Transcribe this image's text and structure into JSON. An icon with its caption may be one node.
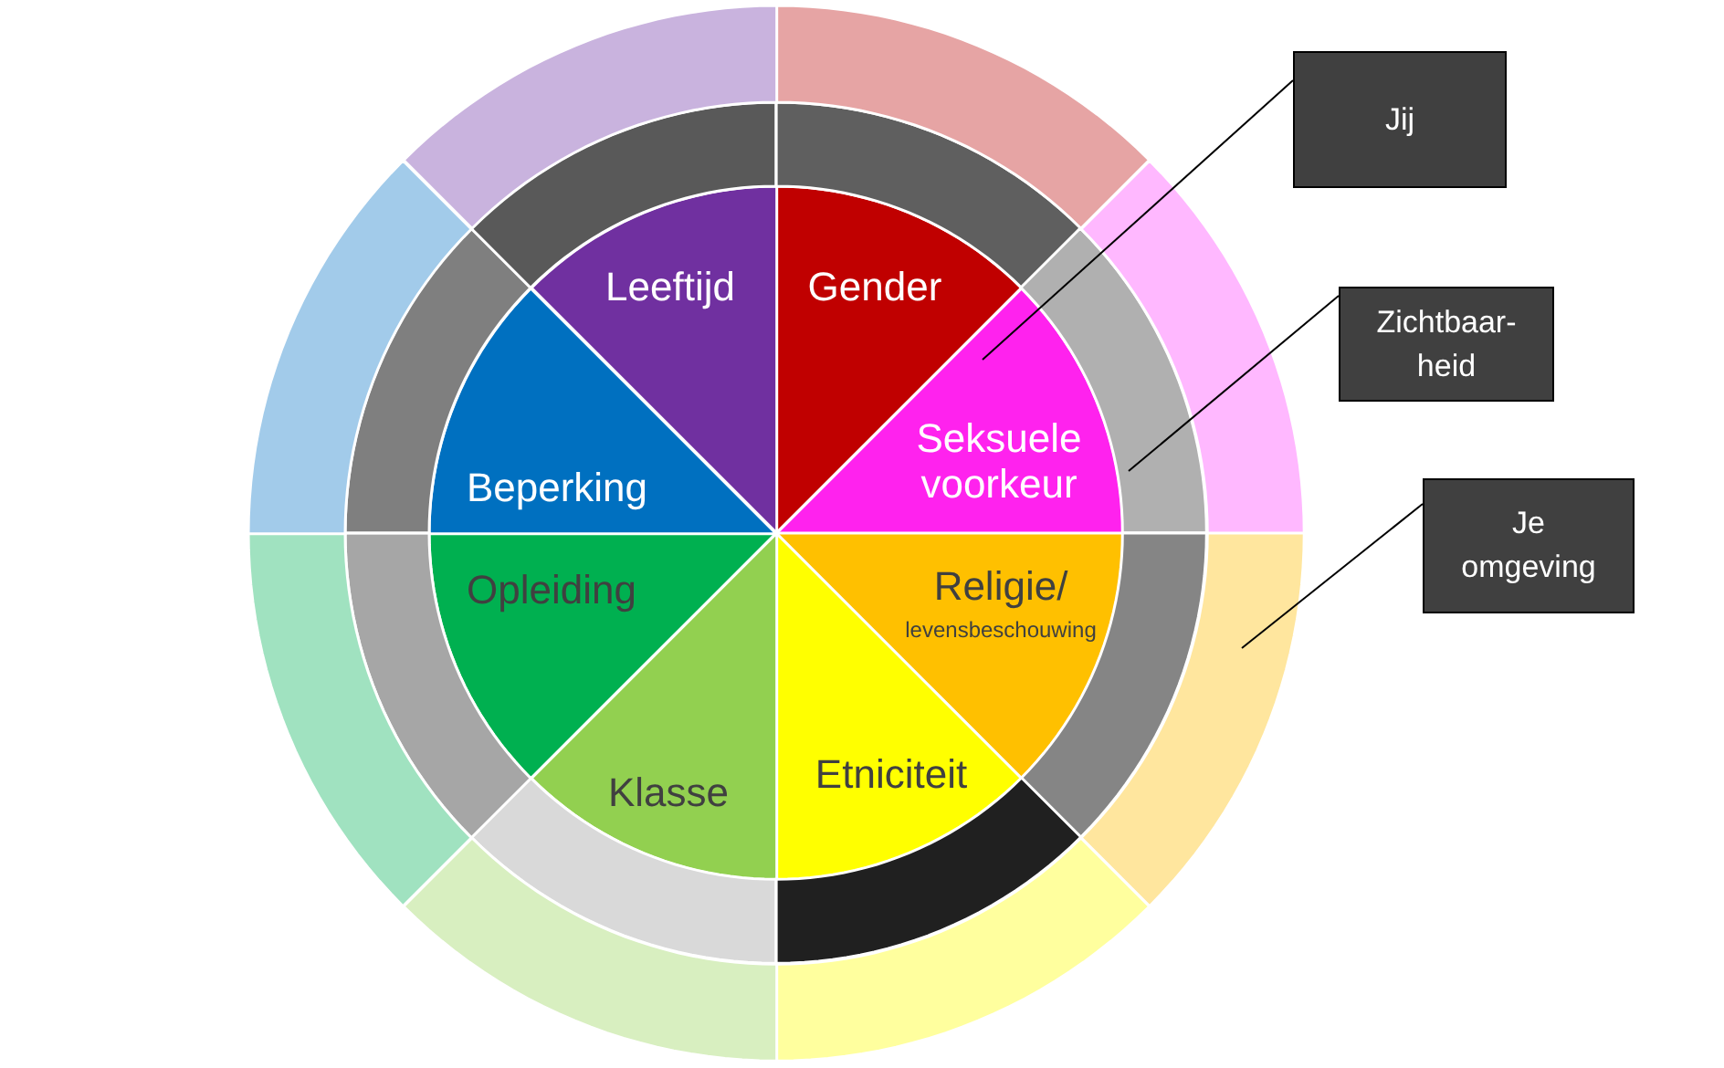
{
  "diagram": {
    "nodes": [
      {
        "text": [
          "Gender"
        ]
      },
      {
        "text": [
          "Seksuele voorkeur"
        ]
      },
      {
        "text": [
          "Religie/",
          "levensbeschouwing"
        ]
      },
      {
        "text": [
          "Etniciteit"
        ]
      },
      {
        "text": [
          "Klasse"
        ]
      },
      {
        "text": [
          "Opleiding"
        ]
      },
      {
        "text": [
          "Beperking"
        ]
      },
      {
        "text": [
          "Leeftijd"
        ]
      },
      {
        "text": [],
        "shape": "arc"
      },
      {
        "text": [],
        "shape": "arc"
      },
      {
        "text": [],
        "shape": "arc"
      },
      {
        "text": [],
        "shape": "arc"
      },
      {
        "text": [],
        "shape": "arc"
      },
      {
        "text": [],
        "shape": "arc"
      },
      {
        "text": [],
        "shape": "arc"
      },
      {
        "text": [],
        "shape": "arc"
      },
      {
        "text": [],
        "shape": "arc"
      },
      {
        "text": [],
        "shape": "arc"
      },
      {
        "text": [],
        "shape": "arc"
      },
      {
        "text": [],
        "shape": "arc"
      },
      {
        "text": [],
        "shape": "arc"
      },
      {
        "text": [],
        "shape": "arc"
      },
      {
        "text": [],
        "shape": "arc"
      },
      {
        "text": [],
        "shape": "arc"
      },
      {
        "text": [
          "Jij"
        ]
      },
      {
        "text": [
          "Zichtbaar- heid"
        ]
      },
      {
        "text": [
          "Je omgeving"
        ]
      }
    ],
    "edges": [
      {
        "from": 24,
        "to": 1,
        "arrow": "none"
      },
      {
        "from": 25,
        "to": 9,
        "arrow": "none"
      },
      {
        "from": 26,
        "to": 18,
        "arrow": "none"
      }
    ]
  }
}
